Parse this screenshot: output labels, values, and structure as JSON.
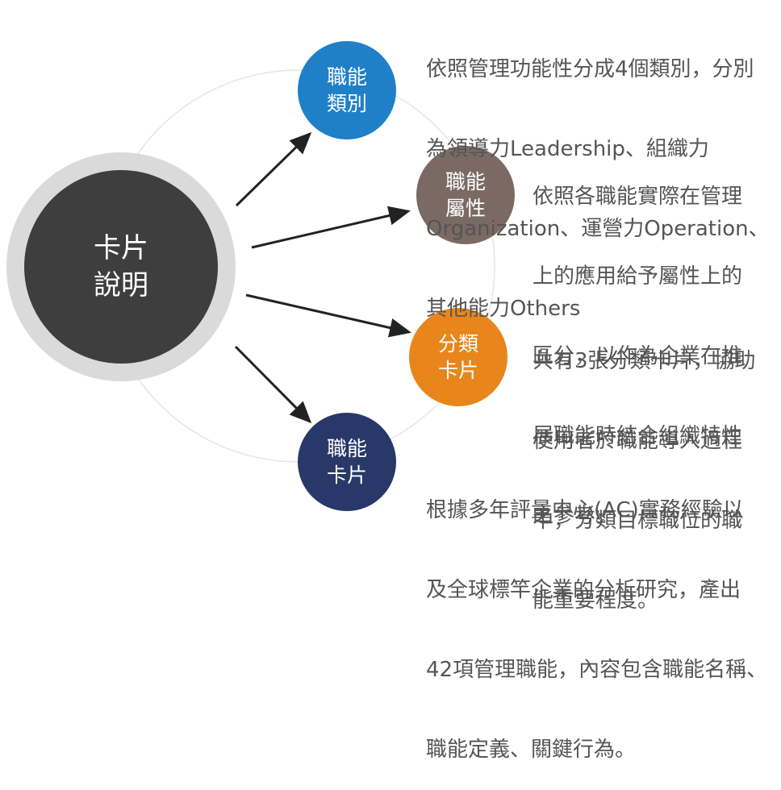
{
  "center": {
    "line1": "卡片",
    "line2": "說明"
  },
  "nodes": [
    {
      "line1": "職能",
      "line2": "類別",
      "color": "#1f80c8"
    },
    {
      "line1": "職能",
      "line2": "屬性",
      "color": "#7b6a63"
    },
    {
      "line1": "分類",
      "line2": "卡片",
      "color": "#e8861b"
    },
    {
      "line1": "職能",
      "line2": "卡片",
      "color": "#283868"
    }
  ],
  "descriptions": [
    {
      "lines": [
        "依照管理功能性分成4個類別，分別",
        "為領導力Leadership、組織力",
        "Organization、運營力Operation、",
        "其他能力Others"
      ]
    },
    {
      "lines": [
        "依照各職能實際在管理",
        "上的應用給予屬性上的",
        "區分，以作為企業在推",
        "展職能時結合組織特性",
        "之參考。"
      ]
    },
    {
      "lines": [
        "共有3張分類卡片，協助",
        "使用者於職能導入過程",
        "中，分類目標職位的職",
        "能重要程度。"
      ]
    },
    {
      "lines": [
        "根據多年評量中心(AC)實務經驗以",
        "及全球標竿企業的分析研究，產出",
        "42項管理職能，內容包含職能名稱、",
        "職能定義、關鍵行為。"
      ]
    }
  ]
}
